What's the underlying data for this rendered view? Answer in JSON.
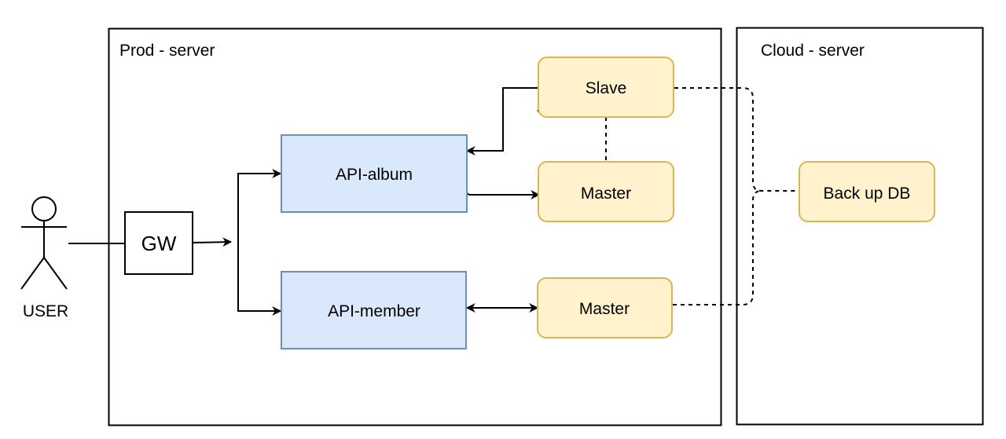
{
  "regions": {
    "prod": {
      "label": "Prod - server"
    },
    "cloud": {
      "label": "Cloud - server"
    }
  },
  "actor": {
    "label": "USER"
  },
  "gateway": {
    "label": "GW"
  },
  "services": {
    "api_album": {
      "label": "API-album"
    },
    "api_member": {
      "label": "API-member"
    }
  },
  "databases": {
    "slave": {
      "label": "Slave"
    },
    "album_master": {
      "label": "Master"
    },
    "member_master": {
      "label": "Master"
    },
    "backup": {
      "label": "Back up DB"
    }
  },
  "colors": {
    "service_fill": "#dae8fc",
    "service_stroke": "#6c8ebf",
    "db_fill": "#fff2cc",
    "db_stroke": "#d6b656",
    "line": "#000000"
  }
}
